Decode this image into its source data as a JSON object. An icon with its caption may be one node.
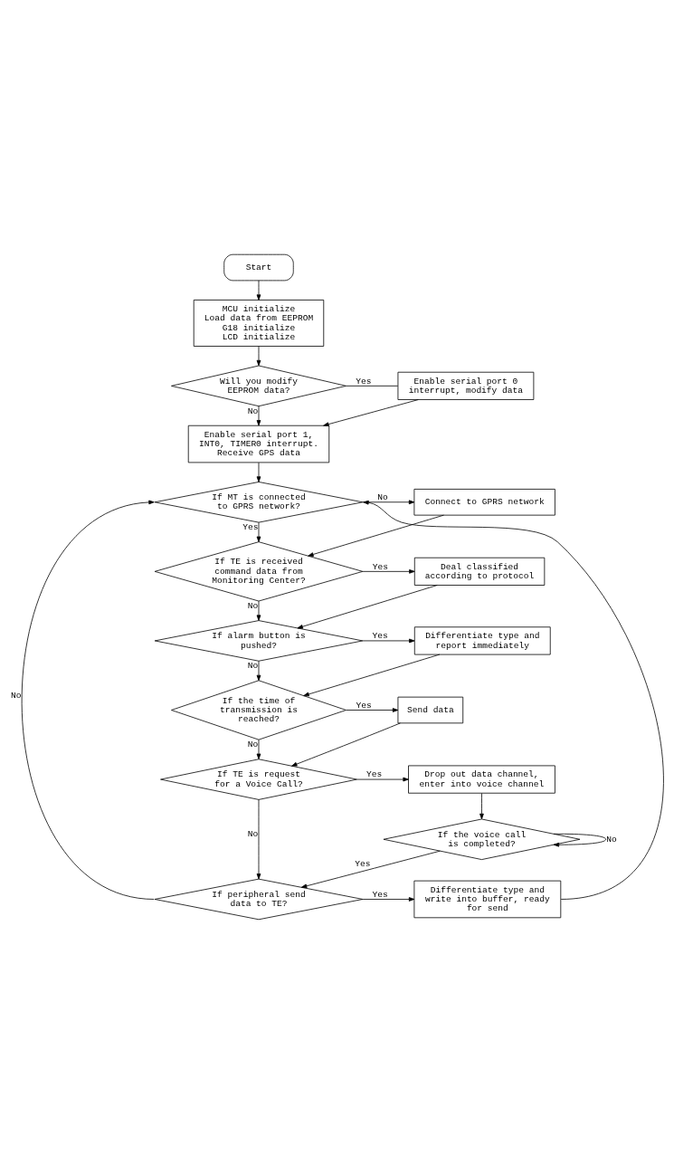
{
  "diagram": {
    "nodes": [
      {
        "text": [
          "Start"
        ]
      },
      {
        "text": [
          "MCU initialize",
          "Load data from EEPROM",
          "G18 initialize",
          "LCD initialize"
        ]
      },
      {
        "text": [
          "Will you modify EEPROM data?"
        ]
      },
      {
        "text": [
          "Enable serial port 0 interrupt, modify data"
        ]
      },
      {
        "text": [
          "Enable serial port 1, INT0, TIMER0 interrupt. Receive GPS data"
        ]
      },
      {
        "text": [
          "If MT is connected to GPRS network?"
        ]
      },
      {
        "text": [
          "Connect to GPRS network"
        ]
      },
      {
        "text": [
          "If TE is received command data from Monitoring Center?"
        ]
      },
      {
        "text": [
          "Deal classified according to protocol"
        ]
      },
      {
        "text": [
          "If alarm button is pushed?"
        ]
      },
      {
        "text": [
          "Differentiate type and report immediately"
        ]
      },
      {
        "text": [
          "If the time of transmission is reached?"
        ]
      },
      {
        "text": [
          "Send data"
        ]
      },
      {
        "text": [
          "If TE is request for a Voice Call?"
        ]
      },
      {
        "text": [
          "Drop out data channel, enter into voice channel"
        ]
      },
      {
        "text": [
          "If the voice call is completed?"
        ]
      },
      {
        "text": [
          "If peripheral send data to TE?"
        ]
      },
      {
        "text": [
          "Differentiate type and write into buffer, ready for send"
        ]
      }
    ],
    "edges": [
      {
        "from": 0,
        "to": 1,
        "arrow": "to"
      },
      {
        "from": 1,
        "to": 2,
        "arrow": "to"
      },
      {
        "from": 2,
        "to": 3,
        "arrow": "none",
        "label": "Yes"
      },
      {
        "from": 2,
        "to": 4,
        "arrow": "to",
        "label": "No"
      },
      {
        "from": 3,
        "to": 4,
        "arrow": "to"
      },
      {
        "from": 4,
        "to": 5,
        "arrow": "to"
      },
      {
        "from": 5,
        "to": 6,
        "arrow": "to",
        "label": "No"
      },
      {
        "from": 5,
        "to": 7,
        "arrow": "to",
        "label": "Yes"
      },
      {
        "from": 6,
        "to": 7,
        "arrow": "to"
      },
      {
        "from": 7,
        "to": 8,
        "arrow": "to",
        "label": "Yes"
      },
      {
        "from": 7,
        "to": 9,
        "arrow": "to",
        "label": "No"
      },
      {
        "from": 8,
        "to": 9,
        "arrow": "to"
      },
      {
        "from": 9,
        "to": 10,
        "arrow": "to",
        "label": "Yes"
      },
      {
        "from": 9,
        "to": 11,
        "arrow": "to",
        "label": "No"
      },
      {
        "from": 10,
        "to": 11,
        "arrow": "to"
      },
      {
        "from": 11,
        "to": 12,
        "arrow": "to",
        "label": "Yes"
      },
      {
        "from": 11,
        "to": 13,
        "arrow": "to",
        "label": "No"
      },
      {
        "from": 12,
        "to": 13,
        "arrow": "to"
      },
      {
        "from": 13,
        "to": 14,
        "arrow": "to",
        "label": "Yes"
      },
      {
        "from": 13,
        "to": 16,
        "arrow": "to",
        "label": "No"
      },
      {
        "from": 14,
        "to": 15,
        "arrow": "to"
      },
      {
        "from": 15,
        "to": 15,
        "arrow": "to",
        "label": "No"
      },
      {
        "from": 15,
        "to": 16,
        "arrow": "to",
        "label": "Yes"
      },
      {
        "from": 16,
        "to": 17,
        "arrow": "to",
        "label": "Yes"
      },
      {
        "from": 16,
        "to": 5,
        "arrow": "to",
        "label": "No"
      },
      {
        "from": 17,
        "to": 5,
        "arrow": "to"
      }
    ]
  }
}
